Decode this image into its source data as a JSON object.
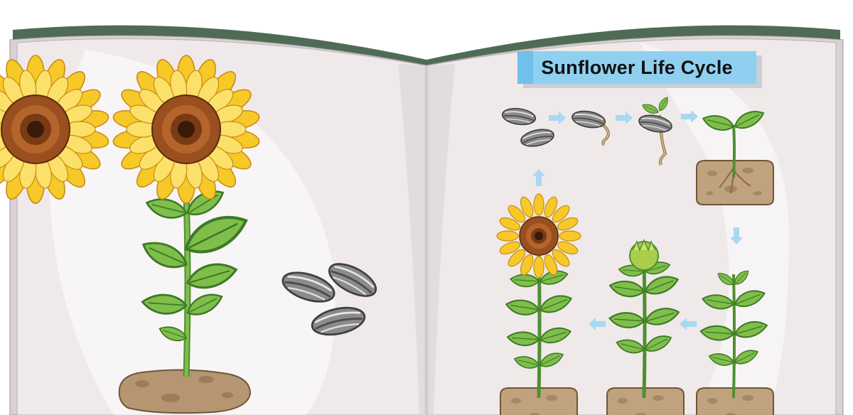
{
  "title": "Sunflower Life Cycle",
  "colors": {
    "page": "#efe9ea",
    "book_edge": "#4f6b55",
    "banner": "#8fd0f0",
    "arrow": "#a8d8f2",
    "petal": "#f7c928",
    "center": "#9a4f1f",
    "leaf": "#7fbe4a",
    "soil": "#c0a37e",
    "seed": "#8c8c8c"
  },
  "stages": [
    {
      "name": "seeds",
      "icon": "seed-pair-icon"
    },
    {
      "name": "germinating-seed",
      "icon": "germinating-seed-icon"
    },
    {
      "name": "sprouting-seed",
      "icon": "sprout-icon"
    },
    {
      "name": "seedling",
      "icon": "seedling-icon"
    },
    {
      "name": "young-plant",
      "icon": "young-plant-icon"
    },
    {
      "name": "budding-plant",
      "icon": "bud-plant-icon"
    },
    {
      "name": "flowering-plant",
      "icon": "sunflower-icon"
    }
  ]
}
